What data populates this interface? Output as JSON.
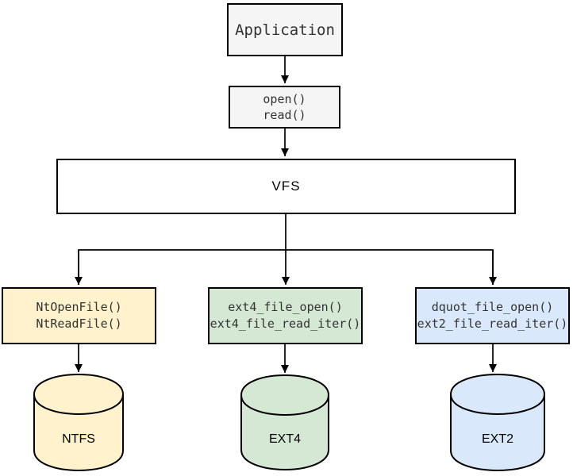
{
  "nodes": {
    "application": {
      "label": "Application"
    },
    "syscall": {
      "lines": [
        "open()",
        "read()"
      ]
    },
    "vfs": {
      "label": "VFS"
    },
    "ntfs_calls": {
      "lines": [
        "NtOpenFile()",
        "NtReadFile()"
      ]
    },
    "ext4_calls": {
      "lines": [
        "ext4_file_open()",
        "ext4_file_read_iter()"
      ]
    },
    "ext2_calls": {
      "lines": [
        "dquot_file_open()",
        "ext2_file_read_iter()"
      ]
    },
    "ntfs": {
      "label": "NTFS"
    },
    "ext4": {
      "label": "EXT4"
    },
    "ext2": {
      "label": "EXT2"
    }
  },
  "theme": {
    "canvas_bg": "#ffffff",
    "gray_fill": "#f5f5f5",
    "white_fill": "#ffffff",
    "yellow_fill": "#fff2cc",
    "green_fill": "#d5e8d4",
    "blue_fill": "#dae8fc",
    "stroke": "#000000",
    "text": "#333333",
    "label_text": "#000000"
  }
}
